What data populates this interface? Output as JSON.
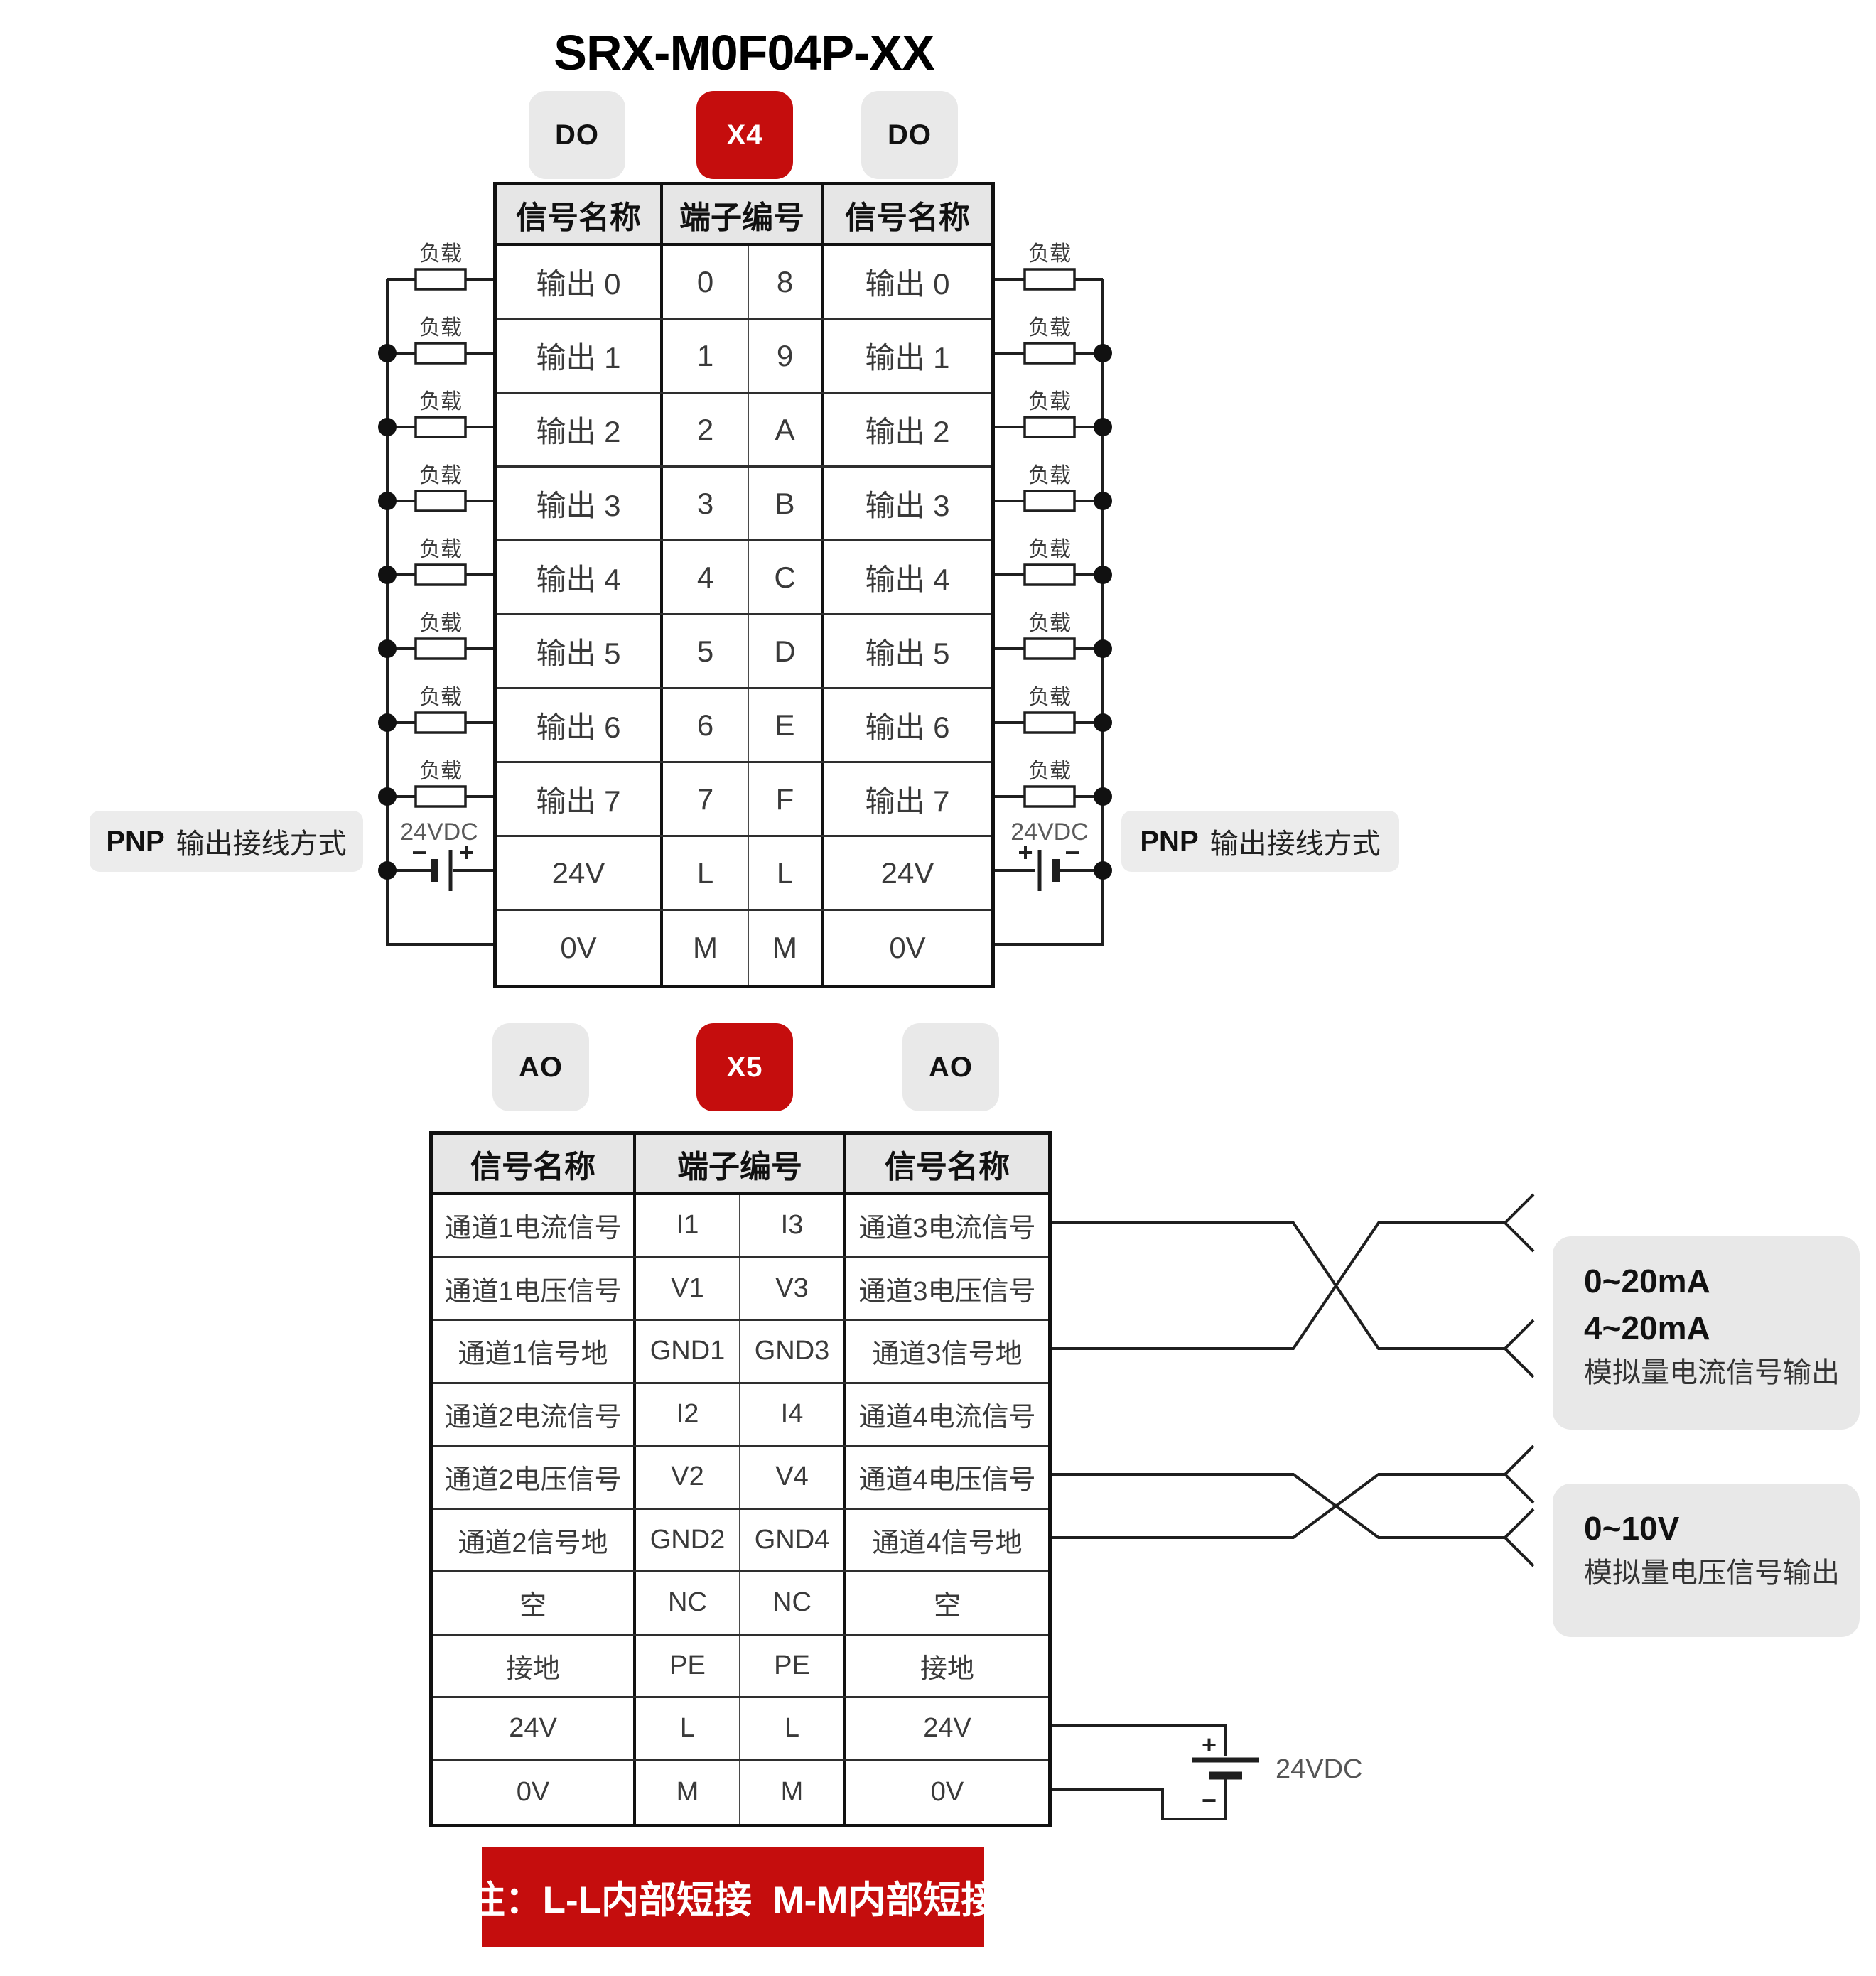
{
  "title": "SRX-M0F04P-XX",
  "colors": {
    "accent_red": "#C50D0D",
    "badge_gray": "#E9E9E9",
    "label_gray": "#ECECEC",
    "header_gray": "#E6E6E6"
  },
  "connectors": {
    "x4": {
      "left_type": "DO",
      "name": "X4",
      "right_type": "DO"
    },
    "x5": {
      "left_type": "AO",
      "name": "X5",
      "right_type": "AO"
    }
  },
  "tables": {
    "x4": {
      "headers": [
        "信号名称",
        "端子编号",
        "信号名称"
      ],
      "rows": [
        [
          "输出 0",
          "0",
          "8",
          "输出 0"
        ],
        [
          "输出 1",
          "1",
          "9",
          "输出 1"
        ],
        [
          "输出 2",
          "2",
          "A",
          "输出 2"
        ],
        [
          "输出 3",
          "3",
          "B",
          "输出 3"
        ],
        [
          "输出 4",
          "4",
          "C",
          "输出 4"
        ],
        [
          "输出 5",
          "5",
          "D",
          "输出 5"
        ],
        [
          "输出 6",
          "6",
          "E",
          "输出 6"
        ],
        [
          "输出 7",
          "7",
          "F",
          "输出 7"
        ],
        [
          "24V",
          "L",
          "L",
          "24V"
        ],
        [
          "0V",
          "M",
          "M",
          "0V"
        ]
      ]
    },
    "x5": {
      "headers": [
        "信号名称",
        "端子编号",
        "信号名称"
      ],
      "rows": [
        [
          "通道1电流信号",
          "I1",
          "I3",
          "通道3电流信号"
        ],
        [
          "通道1电压信号",
          "V1",
          "V3",
          "通道3电压信号"
        ],
        [
          "通道1信号地",
          "GND1",
          "GND3",
          "通道3信号地"
        ],
        [
          "通道2电流信号",
          "I2",
          "I4",
          "通道4电流信号"
        ],
        [
          "通道2电压信号",
          "V2",
          "V4",
          "通道4电压信号"
        ],
        [
          "通道2信号地",
          "GND2",
          "GND4",
          "通道4信号地"
        ],
        [
          "空",
          "NC",
          "NC",
          "空"
        ],
        [
          "接地",
          "PE",
          "PE",
          "接地"
        ],
        [
          "24V",
          "L",
          "L",
          "24V"
        ],
        [
          "0V",
          "M",
          "M",
          "0V"
        ]
      ]
    }
  },
  "circuit": {
    "load_label": "负载",
    "supply_label": "24VDC",
    "plus_sign": "+",
    "minus_sign": "−",
    "pnp_bold": "PNP",
    "pnp_text": "输出接线方式"
  },
  "annotations": {
    "current_output": [
      "0~20mA",
      "4~20mA",
      "模拟量电流信号输出"
    ],
    "voltage_output": [
      "0~10V",
      "模拟量电压信号输出"
    ],
    "note": "注：L-L内部短接  M-M内部短接"
  }
}
